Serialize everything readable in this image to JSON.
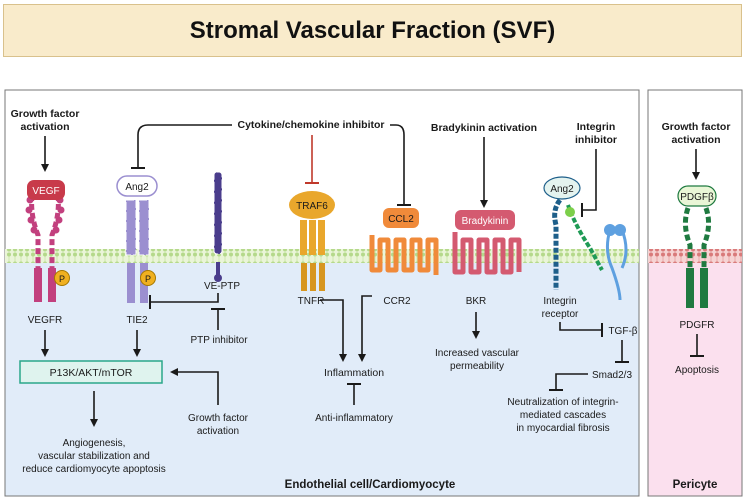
{
  "title": "Stromal Vascular Fraction (SVF)",
  "panels": {
    "endothelial": "Endothelial cell/Cardiomyocyte",
    "pericyte": "Pericyte"
  },
  "labels": {
    "gf_activation_1a": "Growth factor",
    "gf_activation_1b": "activation",
    "cytokine_inhibitor": "Cytokine/chemokine inhibitor",
    "bradykinin_activation": "Bradykinin activation",
    "integrin_inhibitor_a": "Integrin",
    "integrin_inhibitor_b": "inhibitor",
    "gf_activation_2a": "Growth factor",
    "gf_activation_2b": "activation",
    "vegf": "VEGF",
    "ang2_left": "Ang2",
    "traf6": "TRAF6",
    "ccl2": "CCL2",
    "bradykinin": "Bradykinin",
    "ang2_right": "Ang2",
    "pdgfb": "PDGFβ",
    "p_marker": "P",
    "vegfr": "VEGFR",
    "tie2": "TIE2",
    "ve_ptp": "VE-PTP",
    "ptp_inhibitor": "PTP inhibitor",
    "tnfr": "TNFR",
    "ccr2": "CCR2",
    "bkr": "BKR",
    "integrin_receptor_a": "Integrin",
    "integrin_receptor_b": "receptor",
    "tgf_b": "TGF-β",
    "pdgfr": "PDGFR",
    "pi3k": "P13K/AKT/mTOR",
    "inflammation": "Inflammation",
    "anti_inflammatory": "Anti-inflammatory",
    "vasc_perm_a": "Increased vascular",
    "vasc_perm_b": "permeability",
    "smad": "Smad2/3",
    "neutral_a": "Neutralization of integrin-",
    "neutral_b": "mediated cascades",
    "neutral_c": "in myocardial fibrosis",
    "apoptosis": "Apoptosis",
    "gf_activation_3a": "Growth factor",
    "gf_activation_3b": "activation",
    "angio_a": "Angiogenesis,",
    "angio_b": "vascular stabilization and",
    "angio_c": "reduce cardiomyocyte apoptosis"
  },
  "colors": {
    "title_bg": "#f9ebcb",
    "cell_bg": "#e1ecf9",
    "pericyte_bg": "#fbe0ee",
    "vegf": "#c83a4a",
    "vegfr": "#c2407e",
    "ang2_tie2": "#9b8fd0",
    "ve_ptp": "#4a3d8c",
    "traf6": "#e9a72c",
    "ccr2": "#f08a3a",
    "bradykinin": "#d45a70",
    "integrin_green": "#1f7a40",
    "integrin_teal": "#1e5f8a",
    "tgfb": "#5ea0e0",
    "pi3k_box": "#2aa78a",
    "inhibitor_red": "#c0392b"
  }
}
